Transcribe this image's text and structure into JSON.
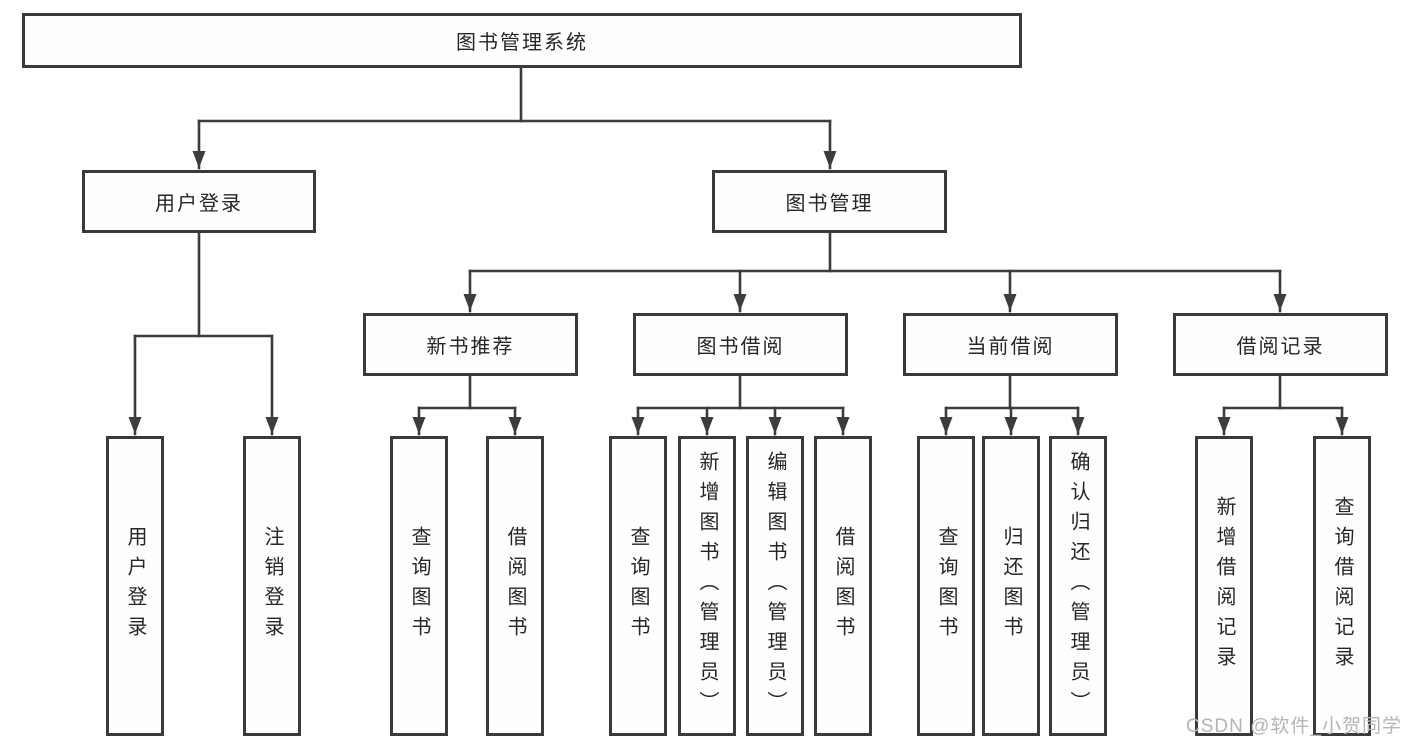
{
  "tree": {
    "root": {
      "label": "图书管理系统"
    },
    "level2": [
      "用户登录",
      "图书管理"
    ],
    "level3": [
      "新书推荐",
      "图书借阅",
      "当前借阅",
      "借阅记录"
    ],
    "leaves": {
      "user_login": [
        "用户登录",
        "注销登录"
      ],
      "new_book": [
        "查询图书",
        "借阅图书"
      ],
      "book_borrow": [
        "查询图书",
        "新增图书（管理员）",
        "编辑图书（管理员）",
        "借阅图书"
      ],
      "current_borrow": [
        "查询图书",
        "归还图书",
        "确认归还（管理员）"
      ],
      "borrow_record": [
        "新增借阅记录",
        "查询借阅记录"
      ]
    }
  },
  "watermark": {
    "text": "CSDN @软件_小贺同学"
  },
  "colors": {
    "line": "#3c3c3c",
    "box_border": "#3a3a3a",
    "text": "#262626",
    "watermark": "#b5b5b5",
    "background": "#ffffff"
  }
}
